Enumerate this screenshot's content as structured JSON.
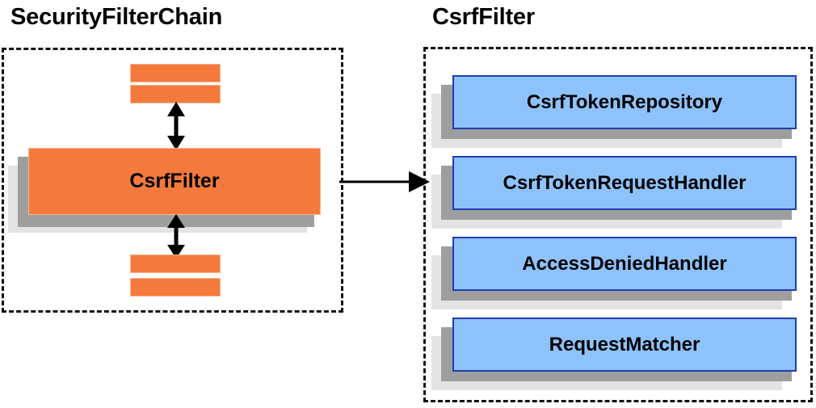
{
  "diagram": {
    "type": "architecture-diagram",
    "background_color": "#ffffff",
    "panels": [
      {
        "id": "security-filter-chain",
        "title": "SecurityFilterChain",
        "border_style": "dashed",
        "border_color": "#111111"
      },
      {
        "id": "csrf-filter",
        "title": "CsrfFilter",
        "border_style": "dashed",
        "border_color": "#111111"
      }
    ]
  },
  "left_panel": {
    "title": "SecurityFilterChain",
    "filters_above": [
      {
        "label": ""
      },
      {
        "label": ""
      }
    ],
    "main_filter": {
      "label": "CsrfFilter",
      "fill_color": "#f37a3c",
      "shadow_dark": "#9e9e9e",
      "shadow_light": "#e3e3e3"
    },
    "filters_below": [
      {
        "label": ""
      },
      {
        "label": ""
      }
    ],
    "arrows": [
      {
        "name": "arrow-up-down-above",
        "direction": "bidirectional-vertical"
      },
      {
        "name": "arrow-up-down-below",
        "direction": "bidirectional-vertical"
      }
    ]
  },
  "connector": {
    "name": "arrow-left-to-right",
    "direction": "right",
    "color": "#000000"
  },
  "right_panel": {
    "title": "CsrfFilter",
    "components": [
      {
        "label": "CsrfTokenRepository",
        "fill_color": "#8ec2fa",
        "border_color": "#1f3fb0"
      },
      {
        "label": "CsrfTokenRequestHandler",
        "fill_color": "#8ec2fa",
        "border_color": "#1f3fb0"
      },
      {
        "label": "AccessDeniedHandler",
        "fill_color": "#8ec2fa",
        "border_color": "#1f3fb0"
      },
      {
        "label": "RequestMatcher",
        "fill_color": "#8ec2fa",
        "border_color": "#1f3fb0"
      }
    ]
  }
}
